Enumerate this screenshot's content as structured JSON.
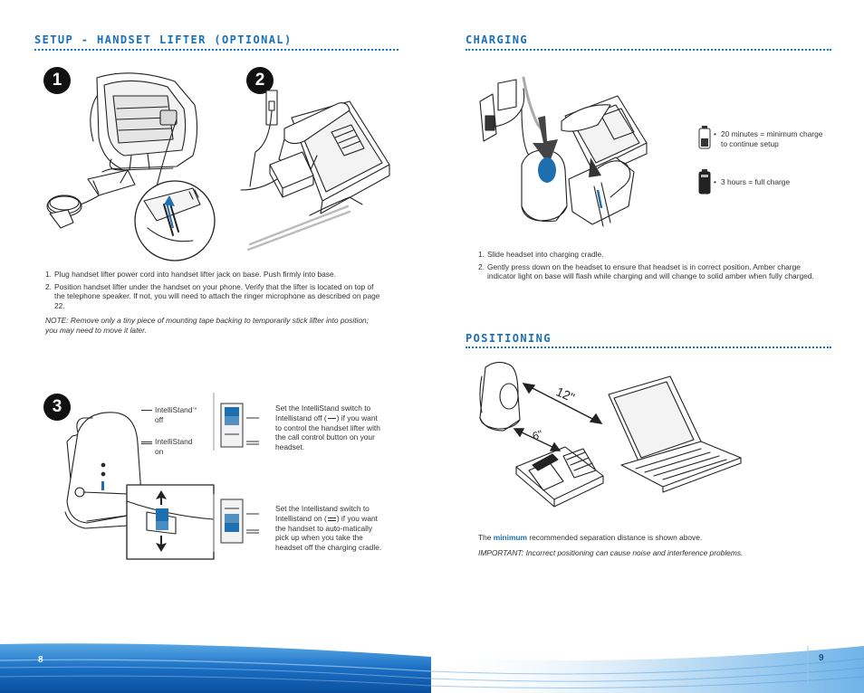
{
  "left": {
    "title": "Setup - Handset Lifter (Optional)",
    "step1": "1",
    "step2": "2",
    "step3": "3",
    "instructions": [
      {
        "num": "1.",
        "text": "Plug handset lifter power cord into handset lifter jack on base. Push firmly into base."
      },
      {
        "num": "2.",
        "text": "Position handset lifter under the handset on your phone. Verify that the lifter is located on top of the telephone speaker. If not, you will need to attach the ringer microphone as described on page 22."
      }
    ],
    "note": "NOTE: Remove only a tiny piece of mounting tape backing to temporarily stick lifter into position; you may need to move it later.",
    "legend_off_label": "IntelliStand",
    "legend_tm": "™",
    "legend_off_state": "off",
    "legend_on_label": "IntelliStand",
    "legend_on_state": "on",
    "switch_off_a": "Set the IntelliStand switch to Intellistand off (",
    "switch_off_b": ") if you want to control the handset lifter with the call control button on your headset.",
    "switch_on_a": "Set the Intellistand switch to Intellistand on (",
    "switch_on_b": ") if you want the handset to auto-matically pick up when you take the  headset off the charging cradle.",
    "page_number": "8"
  },
  "right": {
    "charging_title": "Charging",
    "battery_min": "20 minutes = minimum charge to continue setup",
    "battery_full": "3 hours = full charge",
    "charging_steps": [
      {
        "num": "1.",
        "text": "Slide headset into charging cradle."
      },
      {
        "num": "2.",
        "text": "Gently press down on the headset to ensure that headset is in correct position. Amber charge indicator light on base will flash while charging and will change to solid amber when fully charged."
      }
    ],
    "positioning_title": "Positioning",
    "distance_laptop": "12\"",
    "distance_phone": "6\"",
    "separation_a": "The ",
    "separation_hl": "minimum",
    "separation_b": " recommended separation distance is shown above.",
    "important": "IMPORTANT: Incorrect positioning can cause  noise and interference problems.",
    "page_number": "9"
  },
  "colors": {
    "heading": "#1a6fb5",
    "accent_blue": "#1a7ac4",
    "switch_blue": "#1e6fb0"
  }
}
